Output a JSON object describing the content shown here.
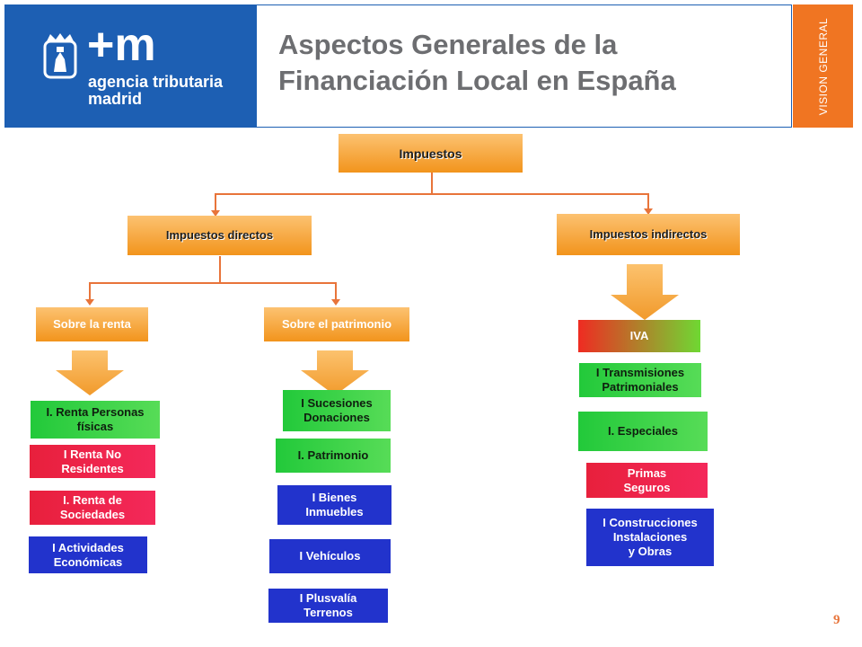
{
  "header": {
    "title_line1": "Aspectos Generales de la",
    "title_line2": "Financiación Local en España",
    "side_label": "VISION GENERAL",
    "brand_mark": "+m",
    "brand_line1": "agencia tributaria",
    "brand_line2": "madrid"
  },
  "diagram": {
    "root": "Impuestos",
    "directos": "Impuestos directos",
    "indirectos": "Impuestos indirectos",
    "sobre_renta": "Sobre la renta",
    "sobre_patrimonio": "Sobre el patrimonio",
    "renta_items": [
      "I. Renta Personas\nfísicas",
      "I Renta No\nResidentes",
      "I. Renta de\nSociedades",
      "I Actividades\nEconómicas"
    ],
    "patrimonio_items": [
      "I Sucesiones\nDonaciones",
      "I. Patrimonio",
      "I Bienes\nInmuebles",
      "I Vehículos",
      "I Plusvalía\nTerrenos"
    ],
    "indirectos_items": [
      "IVA",
      "I Transmisiones\nPatrimoniales",
      "I. Especiales",
      "Primas\nSeguros",
      "I Construcciones\nInstalaciones\ny Obras"
    ]
  },
  "footer": {
    "page_number": "9"
  },
  "colors": {
    "brand_blue": "#1d5fb3",
    "accent_orange": "#f07522"
  }
}
